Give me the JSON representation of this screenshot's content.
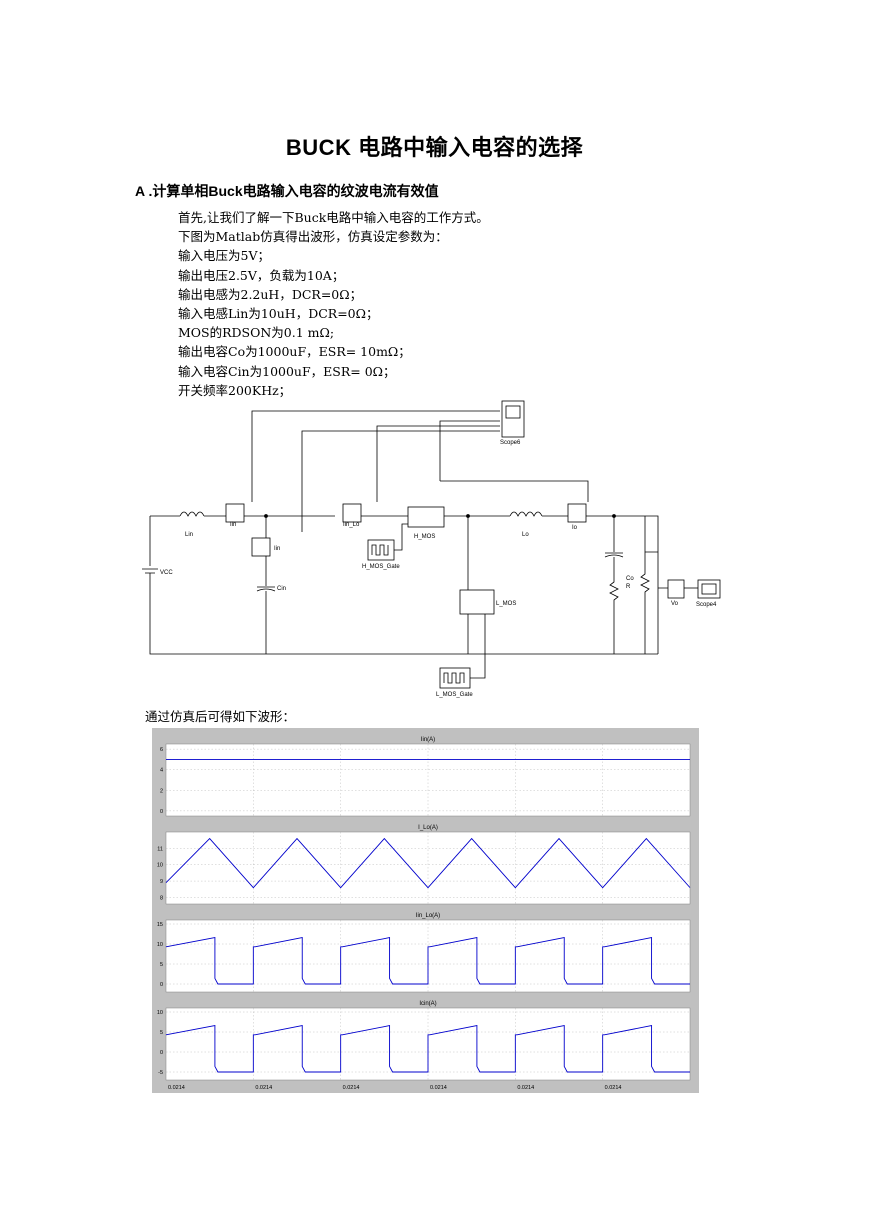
{
  "document": {
    "title": "BUCK  电路中输入电容的选择",
    "section_heading": "A .计算单相Buck电路输入电容的纹波电流有效值",
    "intro_lines": [
      "首先,让我们了解一下Buck电路中输入电容的工作方式。",
      "下图为Matlab仿真得出波形，仿真设定参数为：",
      "输入电压为5V；",
      "输出电压2.5V，负载为10A；",
      "输出电感为2.2uH，DCR=0Ω；",
      "输入电感Lin为10uH，DCR=0Ω；",
      "MOS的RDSON为0.1 mΩ;",
      "输出电容Co为1000uF，ESR= 10mΩ；",
      "输入电容Cin为1000uF，ESR= 0Ω；",
      "开关频率200KHz；"
    ],
    "after_sim_text": "通过仿真后可得如下波形："
  },
  "schematic": {
    "labels": {
      "scope6": "Scope6",
      "scope4": "Scope4",
      "lin": "Lin",
      "iin": "Iin",
      "iin2": "Iin",
      "iin_lo": "Iin_Lo",
      "h_mos": "H_MOS",
      "h_mos_gate": "H_MOS_Gate",
      "l_mos": "L_MOS",
      "l_mos_gate": "L_MOS_Gate",
      "lo": "Lo",
      "io": "Io",
      "vcc": "VCC",
      "cin": "Cin",
      "co": "Co",
      "r": "R",
      "vo": "Vo"
    }
  },
  "chart_data": [
    {
      "type": "line",
      "title": "Iin(A)",
      "yticks": [
        0,
        2,
        4,
        6
      ],
      "ylim": [
        -0.5,
        6.5
      ],
      "waveform": "dc",
      "level": 5
    },
    {
      "type": "line",
      "title": "I_Lo(A)",
      "yticks": [
        8,
        9,
        10,
        11
      ],
      "ylim": [
        7.6,
        12
      ],
      "waveform": "triangle",
      "min": 8.6,
      "max": 11.6,
      "periods": 6
    },
    {
      "type": "line",
      "title": "Iin_Lo(A)",
      "yticks": [
        0,
        5,
        10,
        15
      ],
      "ylim": [
        -2,
        16
      ],
      "waveform": "pulse",
      "on_start": 9.3,
      "on_end": 11.6,
      "drop_to": 1.4,
      "off_level": 0,
      "periods": 6
    },
    {
      "type": "line",
      "title": "Icin(A)",
      "yticks": [
        -5,
        0,
        5,
        10
      ],
      "ylim": [
        -7,
        11
      ],
      "waveform": "pulse",
      "on_start": 4.3,
      "on_end": 6.6,
      "drop_to": -3.6,
      "off_level": -5,
      "periods": 6
    }
  ],
  "x_ticks": [
    "0.0214",
    "0.0214",
    "0.0214",
    "0.0214",
    "0.0214",
    "0.0214"
  ],
  "colors": {
    "trace": "#0000cc",
    "frame": "#c0c0c0",
    "plot_bg": "#ffffff"
  }
}
